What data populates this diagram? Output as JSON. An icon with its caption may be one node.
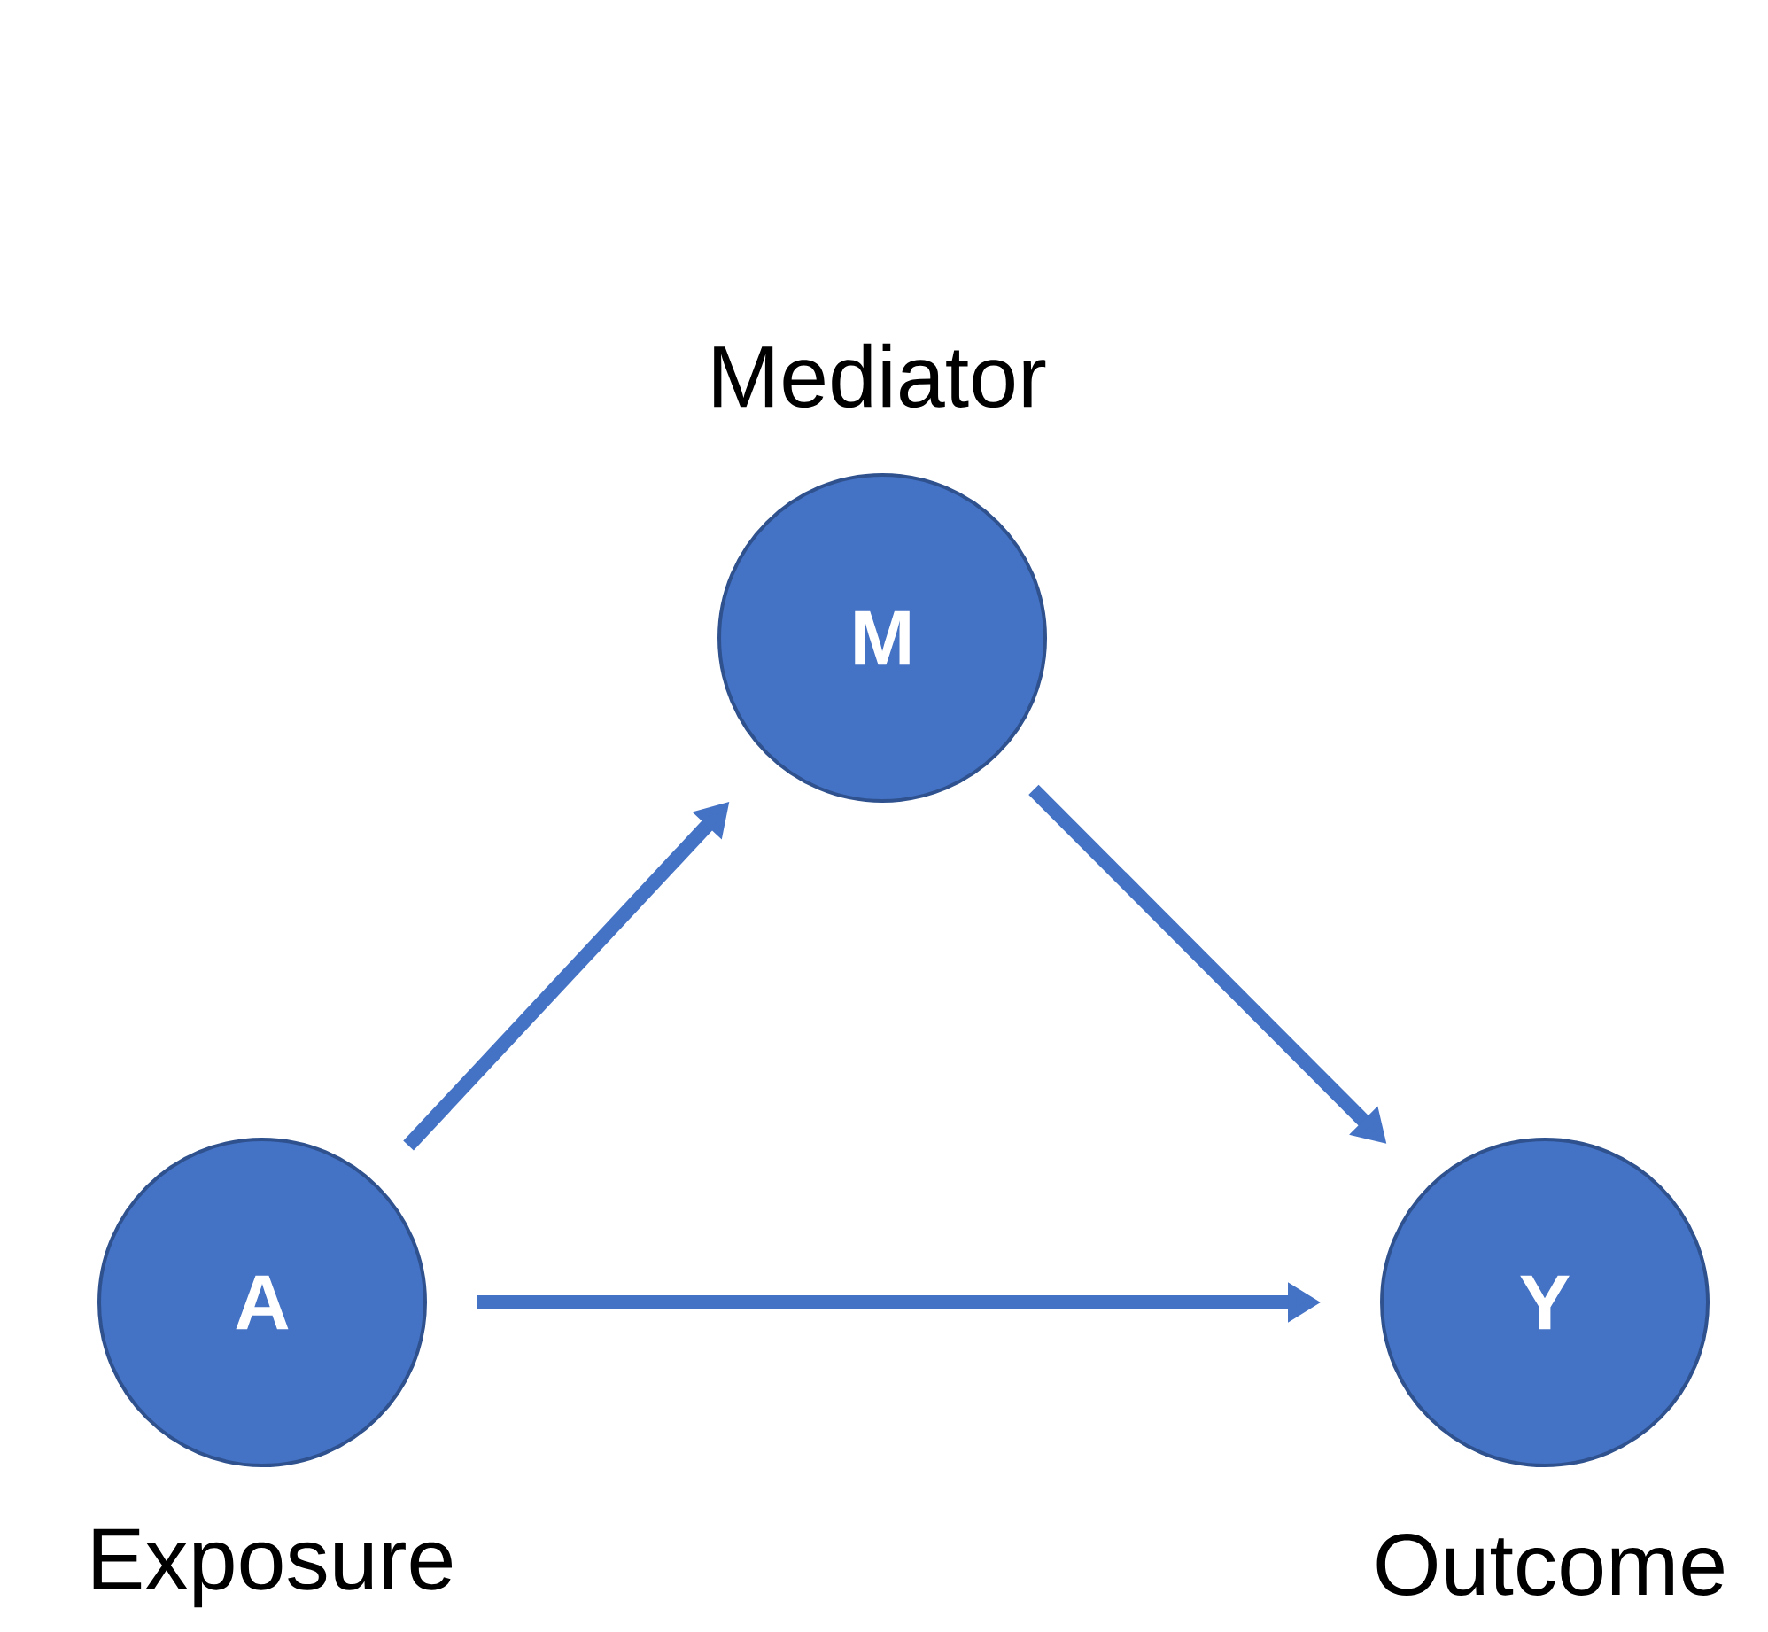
{
  "diagram": {
    "nodes": [
      {
        "text": [
          "M"
        ],
        "beside": [
          "Mediator"
        ]
      },
      {
        "text": [
          "A"
        ],
        "beside": [
          "Exposure"
        ]
      },
      {
        "text": [
          "Y"
        ],
        "beside": [
          "Outcome"
        ]
      }
    ],
    "edges": [
      {
        "from": 1,
        "to": 0,
        "arrow": "to"
      },
      {
        "from": 0,
        "to": 2,
        "arrow": "to"
      },
      {
        "from": 1,
        "to": 2,
        "arrow": "to"
      }
    ]
  }
}
